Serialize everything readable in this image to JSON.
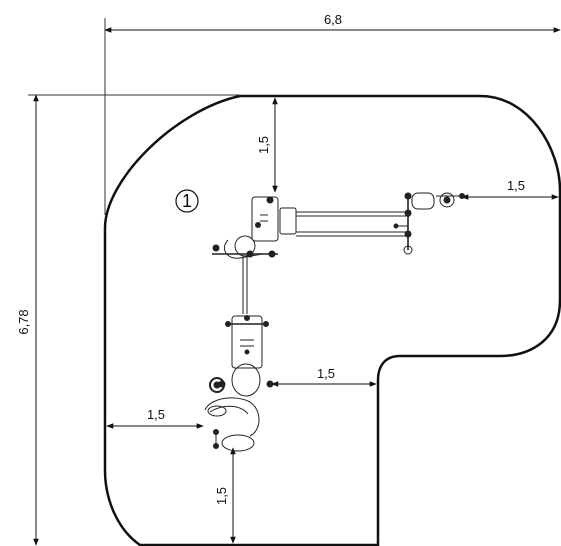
{
  "drawing": {
    "area_marker": "1",
    "dimensions": {
      "overall_width": "6,8",
      "overall_height": "6,78",
      "clear_top": "1,5",
      "clear_right": "1,5",
      "clear_inner_horizontal": "1,5",
      "clear_left": "1,5",
      "clear_bottom": "1,5"
    }
  }
}
